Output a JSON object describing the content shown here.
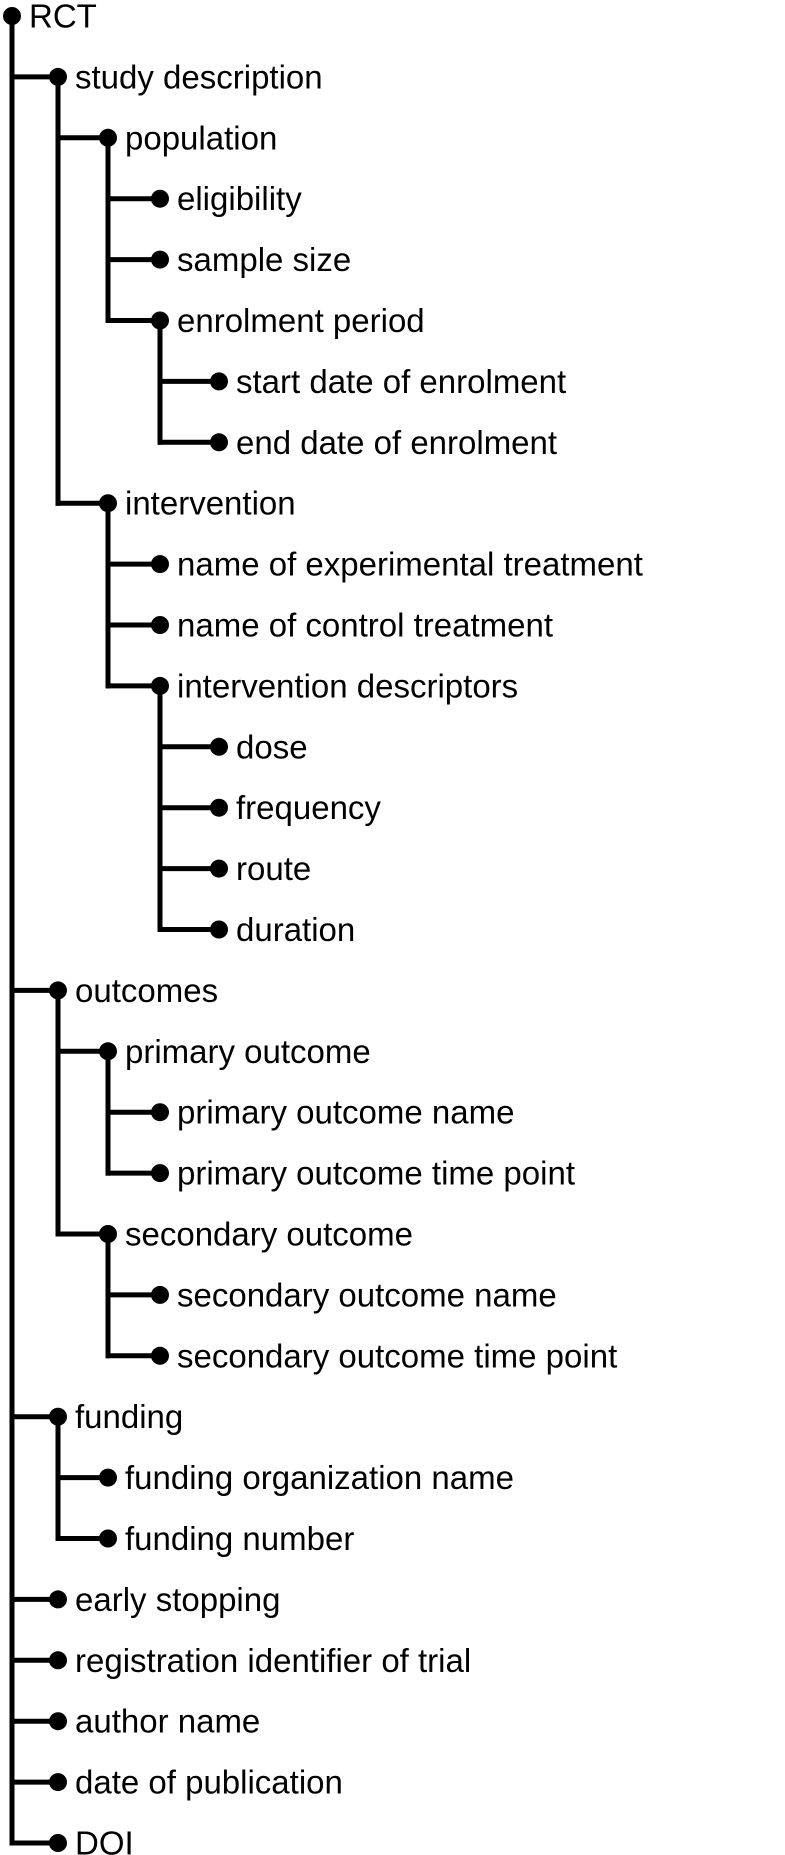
{
  "diagram": {
    "line_color": "#000000",
    "text_color": "#000000",
    "root": {
      "label": "RCT",
      "children": [
        {
          "label": "study description",
          "children": [
            {
              "label": "population",
              "children": [
                {
                  "label": "eligibility"
                },
                {
                  "label": "sample size"
                },
                {
                  "label": "enrolment period",
                  "children": [
                    {
                      "label": "start date of enrolment"
                    },
                    {
                      "label": "end date of enrolment"
                    }
                  ]
                }
              ]
            },
            {
              "label": "intervention",
              "children": [
                {
                  "label": "name of experimental treatment"
                },
                {
                  "label": "name of control treatment"
                },
                {
                  "label": "intervention descriptors",
                  "children": [
                    {
                      "label": "dose"
                    },
                    {
                      "label": "frequency"
                    },
                    {
                      "label": "route"
                    },
                    {
                      "label": "duration"
                    }
                  ]
                }
              ]
            }
          ]
        },
        {
          "label": "outcomes",
          "children": [
            {
              "label": "primary outcome",
              "children": [
                {
                  "label": "primary outcome name"
                },
                {
                  "label": "primary outcome time point"
                }
              ]
            },
            {
              "label": "secondary outcome",
              "children": [
                {
                  "label": "secondary outcome name"
                },
                {
                  "label": "secondary outcome time point"
                }
              ]
            }
          ]
        },
        {
          "label": "funding",
          "children": [
            {
              "label": "funding organization name"
            },
            {
              "label": "funding number"
            }
          ]
        },
        {
          "label": "early stopping"
        },
        {
          "label": "registration identifier of trial"
        },
        {
          "label": "author name"
        },
        {
          "label": "date of publication"
        },
        {
          "label": "DOI"
        }
      ]
    }
  }
}
